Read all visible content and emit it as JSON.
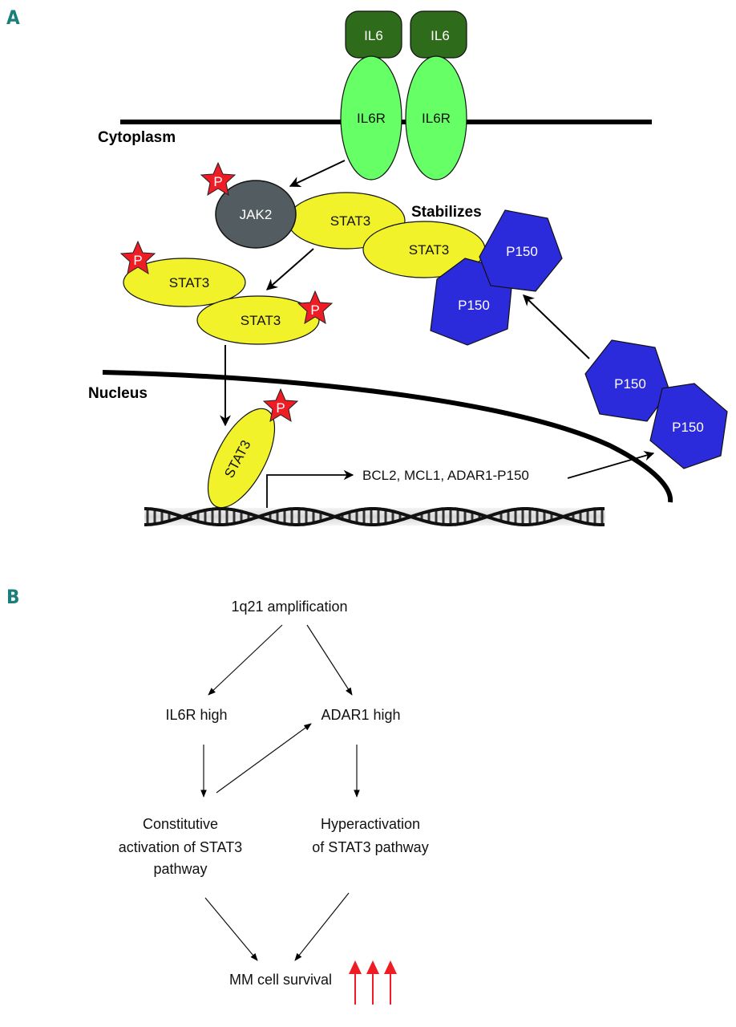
{
  "figure": {
    "panel_a": {
      "label": "A",
      "regions": {
        "cytoplasm": "Cytoplasm",
        "nucleus": "Nucleus"
      },
      "ligands": [
        "IL6",
        "IL6"
      ],
      "receptors": [
        "IL6R",
        "IL6R"
      ],
      "kinase": "JAK2",
      "phospho_label": "P",
      "stat3_label": "STAT3",
      "stabilizes_label": "Stabilizes",
      "p150_label": "P150",
      "targets_label": "BCL2, MCL1, ADAR1-P150",
      "colors": {
        "il6": "#2e6b1a",
        "il6r": "#66ff66",
        "jak2": "#535c60",
        "stat3": "#f2f22a",
        "phospho": "#ee1c24",
        "p150": "#2b2bdc",
        "panel_label": "#1a7f7a"
      }
    },
    "panel_b": {
      "label": "B",
      "nodes": {
        "top": "1q21 amplification",
        "left": "IL6R high",
        "right": "ADAR1 high",
        "left_lower": [
          "Constitutive",
          "activation of STAT3",
          "pathway"
        ],
        "right_lower": [
          "Hyperactivation",
          "of STAT3 pathway"
        ],
        "bottom": "MM cell survival"
      },
      "up_arrow_count": 3,
      "up_arrow_color": "#ee1c24"
    }
  }
}
